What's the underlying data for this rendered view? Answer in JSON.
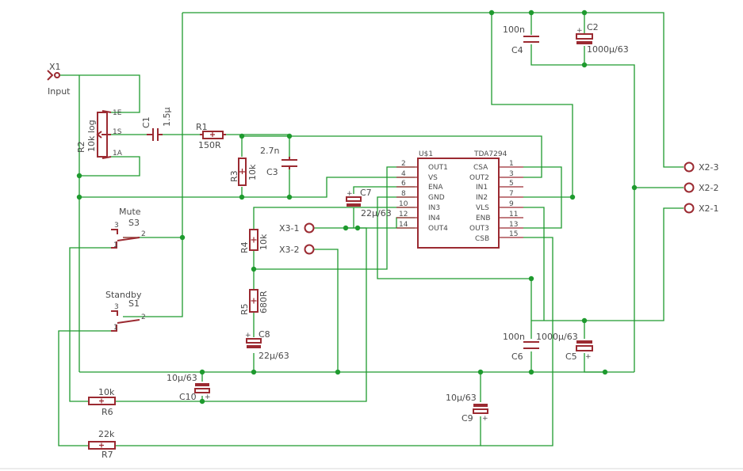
{
  "colors": {
    "wire": "#1e9a2e",
    "part": "#9b2a31",
    "text": "#4a4a4a",
    "background": "#ffffff"
  },
  "connectors": {
    "x1": {
      "name": "X1",
      "label": "Input"
    },
    "x2_3": "X2-3",
    "x2_2": "X2-2",
    "x2_1": "X2-1",
    "x3_1": "X3-1",
    "x3_2": "X3-2"
  },
  "pot": {
    "name": "R2",
    "value": "10k log",
    "pin_e": "1E",
    "pin_s": "1S",
    "pin_a": "1A"
  },
  "resistors": {
    "r1": {
      "name": "R1",
      "value": "150R"
    },
    "r3": {
      "name": "R3",
      "value": "10k"
    },
    "r4": {
      "name": "R4",
      "value": "10k"
    },
    "r5": {
      "name": "R5",
      "value": "680R"
    },
    "r6": {
      "name": "R6",
      "value": "10k"
    },
    "r7": {
      "name": "R7",
      "value": "22k"
    }
  },
  "capacitors": {
    "c1": {
      "name": "C1",
      "value": "1.5µ"
    },
    "c2": {
      "name": "C2",
      "value": "1000µ/63"
    },
    "c3": {
      "name": "C3",
      "value": "2.7n"
    },
    "c4": {
      "name": "C4",
      "value": "100n"
    },
    "c5": {
      "name": "C5",
      "value": "1000µ/63"
    },
    "c6": {
      "name": "C6",
      "value": "100n"
    },
    "c7": {
      "name": "C7",
      "value": "22µ/63"
    },
    "c8": {
      "name": "C8",
      "value": "22µ/63"
    },
    "c9": {
      "name": "C9",
      "value": "10µ/63"
    },
    "c10": {
      "name": "C10",
      "value": "10µ/63"
    }
  },
  "switches": {
    "s3": {
      "name": "S3",
      "label": "Mute",
      "pin1": "1",
      "pin2": "2",
      "pin3": "3"
    },
    "s1": {
      "name": "S1",
      "label": "Standby",
      "pin1": "1",
      "pin2": "2",
      "pin3": "3"
    }
  },
  "ic": {
    "name": "U$1",
    "value": "TDA7294",
    "left_pins": [
      {
        "num": "2",
        "name": "OUT1"
      },
      {
        "num": "4",
        "name": "VS"
      },
      {
        "num": "6",
        "name": "ENA"
      },
      {
        "num": "8",
        "name": "GND"
      },
      {
        "num": "10",
        "name": "IN3"
      },
      {
        "num": "12",
        "name": "IN4"
      },
      {
        "num": "14",
        "name": "OUT4"
      }
    ],
    "right_pins": [
      {
        "num": "1",
        "name": "CSA"
      },
      {
        "num": "3",
        "name": "OUT2"
      },
      {
        "num": "5",
        "name": "IN1"
      },
      {
        "num": "7",
        "name": "IN2"
      },
      {
        "num": "9",
        "name": "VLS"
      },
      {
        "num": "11",
        "name": "ENB"
      },
      {
        "num": "13",
        "name": "OUT3"
      },
      {
        "num": "15",
        "name": "CSB"
      }
    ]
  }
}
